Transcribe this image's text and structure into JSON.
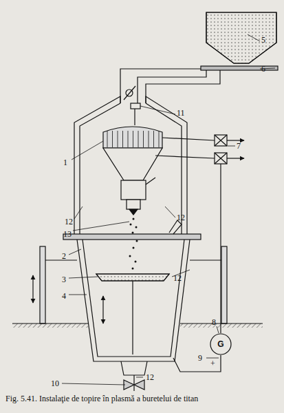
{
  "diagram": {
    "caption": "Fig. 5.41. Instalaţie de topire în plasmă a buretelui de titan",
    "nodes": [
      {
        "text": [
          "G"
        ]
      }
    ],
    "labels": [
      "5",
      "6",
      "11",
      "7",
      "1",
      "12",
      "12",
      "13",
      "2",
      "12",
      "3",
      "4",
      "8",
      "9",
      "12",
      "10",
      "+"
    ]
  }
}
